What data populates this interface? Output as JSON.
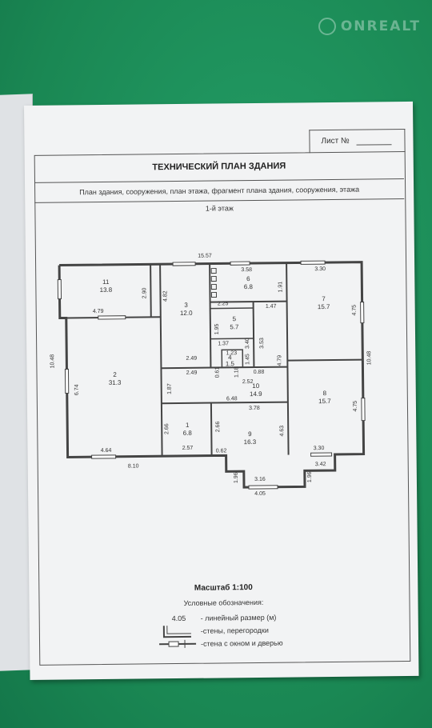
{
  "watermark": "ONREALT",
  "sheet": {
    "label": "Лист №"
  },
  "title": "ТЕХНИЧЕСКИЙ ПЛАН ЗДАНИЯ",
  "subtitle": "План здания, сооружения, план этажа, фрагмент плана здания, сооружения, этажа",
  "floor_label": "1-й этаж",
  "rooms": [
    {
      "num": "11",
      "area": "13.8"
    },
    {
      "num": "2",
      "area": "31.3"
    },
    {
      "num": "3",
      "area": "12.0"
    },
    {
      "num": "6",
      "area": "6.8"
    },
    {
      "num": "5",
      "area": "5.7"
    },
    {
      "num": "4",
      "area": "1.5"
    },
    {
      "num": "10",
      "area": "14.9"
    },
    {
      "num": "1",
      "area": "6.8"
    },
    {
      "num": "9",
      "area": "16.3"
    },
    {
      "num": "7",
      "area": "15.7"
    },
    {
      "num": "8",
      "area": "15.7"
    }
  ],
  "dims": [
    "15.57",
    "3.58",
    "3.30",
    "2.90",
    "4.82",
    "1.91",
    "4.79",
    "10.48",
    "10.48",
    "2.25",
    "1.47",
    "4.75",
    "1.95",
    "6.74",
    "1.37",
    "3.40",
    "3.53",
    "1.23",
    "0.61",
    "1.18",
    "1.45",
    "2.49",
    "2.49",
    "0.88",
    "2.52",
    "4.79",
    "1.87",
    "6.48",
    "3.78",
    "4.75",
    "2.66",
    "2.66",
    "4.63",
    "0.62",
    "2.57",
    "4.64",
    "3.30",
    "8.10",
    "3.42",
    "1.96",
    "3.16",
    "1.96",
    "4.05"
  ],
  "scale": "Масштаб 1:100",
  "legend": {
    "title": "Условные обозначения:",
    "dim_sample": "4.05",
    "dim_text": "- линейный размер (м)",
    "walls_text": "-стены, перегородки",
    "window_text": "-стена с окном и дверью"
  },
  "colors": {
    "background": "#1d8f5a",
    "paper": "#f2f3f4",
    "ink": "#333333"
  }
}
